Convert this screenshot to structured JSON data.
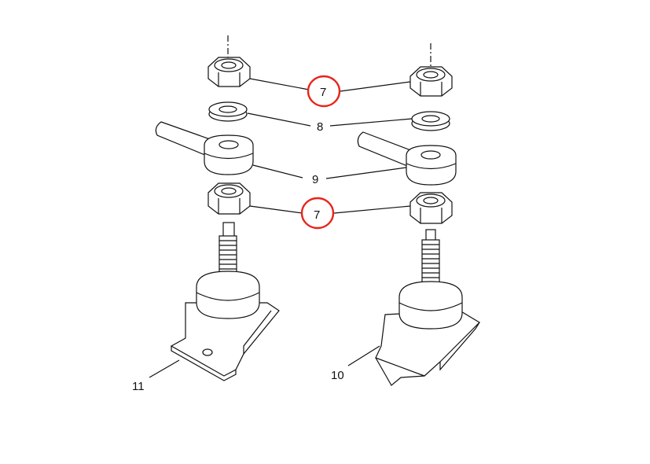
{
  "diagram": {
    "labels": {
      "nut_top": "7",
      "lock_washer": "8",
      "eye_lever": "9",
      "nut_bottom": "7",
      "mount_left": "11",
      "mount_right": "10"
    },
    "highlight_color": "#e8241a"
  }
}
